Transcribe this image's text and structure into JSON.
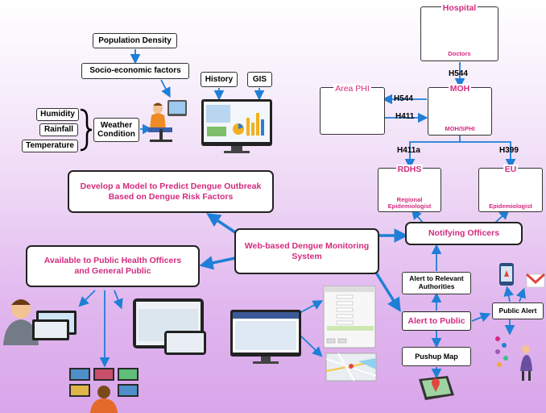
{
  "factors": {
    "population_density": "Population Density",
    "socio_economic": "Socio-economic factors",
    "humidity": "Humidity",
    "rainfall": "Rainfall",
    "temperature": "Temperature",
    "weather_condition": "Weather\nCondition",
    "history": "History",
    "gis": "GIS"
  },
  "hierarchy": {
    "hospital": "Hospital",
    "doctors": "Doctors",
    "h544_top": "H544",
    "moh": "MOH",
    "moh_sphi": "MOH/SPHI",
    "area_phi": "Area PHI",
    "h544_left": "H544",
    "h411": "H411",
    "h411a": "H411a",
    "h399": "H399",
    "rdhs": "RDHS",
    "regional_epidemiologist": "Regional\nEpidemiologist",
    "eu": "EU",
    "epidemiologist": "Epidemiologist"
  },
  "process": {
    "develop_model": "Develop a Model to Predict Dengue Outbreak Based on Dengue Risk Factors",
    "web_system": "Web-based Dengue Monitoring System",
    "available_public": "Available to Public Health Officers and General Public",
    "notifying_officers": "Notifying Officers",
    "alert_authorities": "Alert to Relevant Authorities",
    "alert_public": "Alert to Public",
    "pushup_map": "Pushup Map",
    "public_alert": "Public Alert"
  },
  "colors": {
    "accent_pink": "#d42a7e",
    "arrow_blue": "#1f7fd6",
    "box_border": "#333333"
  }
}
